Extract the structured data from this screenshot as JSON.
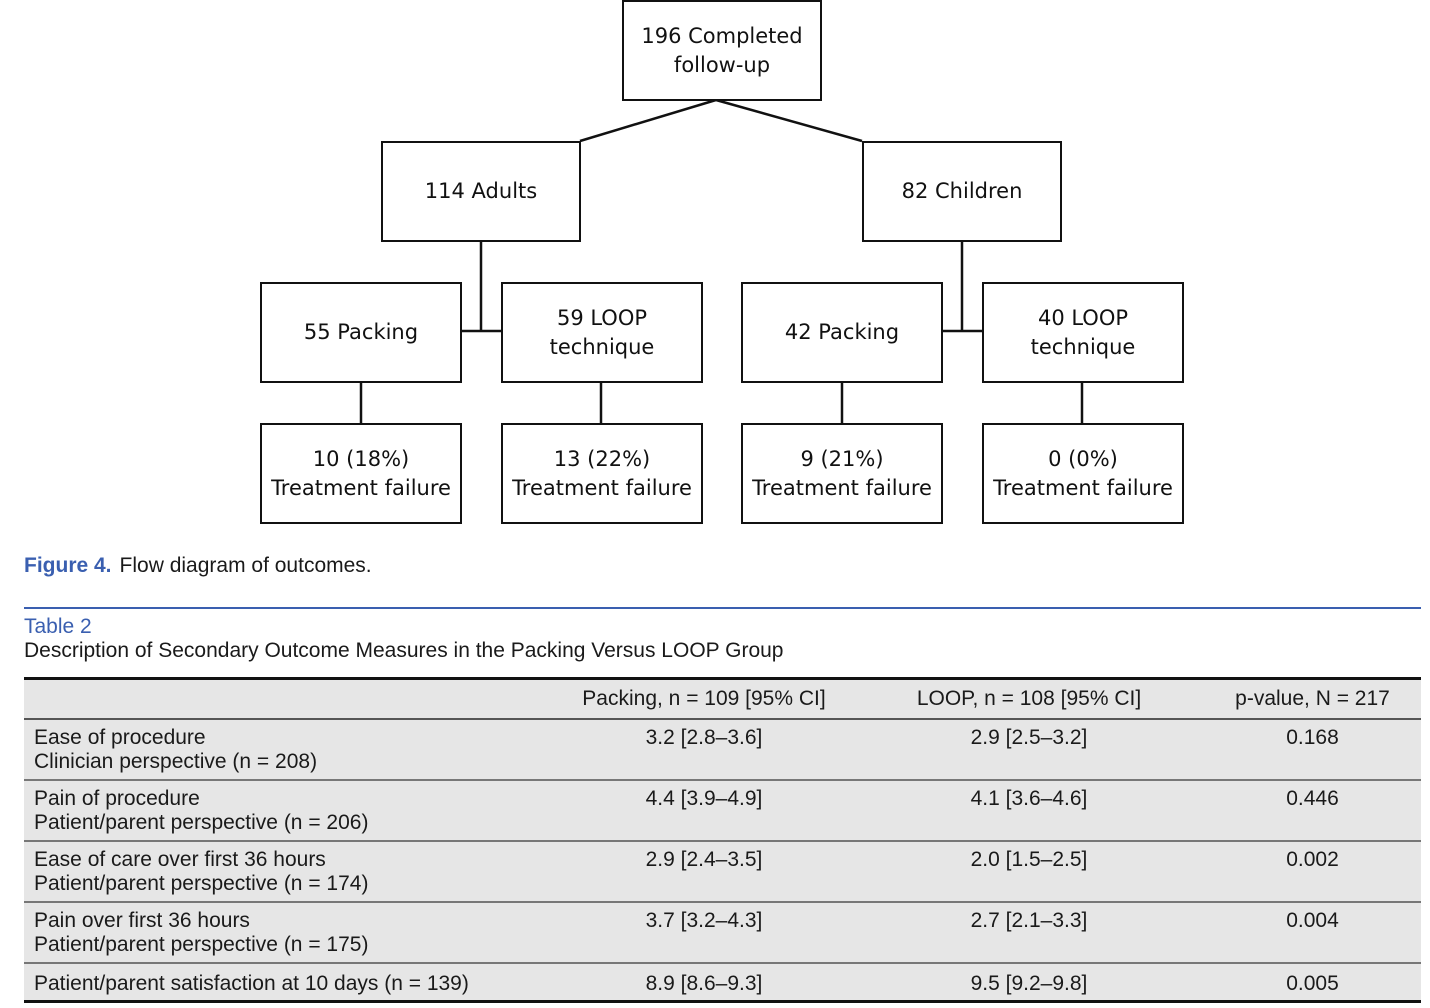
{
  "flow_diagram": {
    "root": {
      "line1": "196 Completed",
      "line2": "follow-up"
    },
    "groups": [
      {
        "label": "114 Adults"
      },
      {
        "label": "82 Children"
      }
    ],
    "arms": [
      {
        "line1": "55 Packing",
        "line2": ""
      },
      {
        "line1": "59 LOOP",
        "line2": "technique"
      },
      {
        "line1": "42 Packing",
        "line2": ""
      },
      {
        "line1": "40 LOOP",
        "line2": "technique"
      }
    ],
    "outcomes": [
      {
        "line1": "10 (18%)",
        "line2": "Treatment failure"
      },
      {
        "line1": "13 (22%)",
        "line2": "Treatment failure"
      },
      {
        "line1": "9 (21%)",
        "line2": "Treatment failure"
      },
      {
        "line1": "0 (0%)",
        "line2": "Treatment failure"
      }
    ]
  },
  "figure_caption": {
    "label": "Figure 4.",
    "text": "Flow diagram of outcomes."
  },
  "table": {
    "label": "Table 2",
    "title": "Description of Secondary Outcome Measures in the Packing Versus LOOP Group",
    "headers": [
      "",
      "Packing, n = 109 [95% CI]",
      "LOOP, n = 108 [95% CI]",
      "p-value, N = 217"
    ],
    "rows": [
      {
        "measure": "Ease of procedure",
        "sub": "Clinician perspective (n = 208)",
        "packing": "3.2 [2.8–3.6]",
        "loop": "2.9 [2.5–3.2]",
        "p": "0.168"
      },
      {
        "measure": "Pain of procedure",
        "sub": "Patient/parent perspective (n = 206)",
        "packing": "4.4 [3.9–4.9]",
        "loop": "4.1 [3.6–4.6]",
        "p": "0.446"
      },
      {
        "measure": "Ease of care over first 36 hours",
        "sub": "Patient/parent perspective (n = 174)",
        "packing": "2.9 [2.4–3.5]",
        "loop": "2.0 [1.5–2.5]",
        "p": "0.002"
      },
      {
        "measure": "Pain over first 36 hours",
        "sub": "Patient/parent perspective (n = 175)",
        "packing": "3.7 [3.2–4.3]",
        "loop": "2.7 [2.1–3.3]",
        "p": "0.004"
      },
      {
        "measure": "Patient/parent satisfaction at 10 days (n = 139)",
        "sub": "",
        "packing": "8.9 [8.6–9.3]",
        "loop": "9.5 [9.2–9.8]",
        "p": "0.005"
      }
    ]
  },
  "colors": {
    "accent": "#3a5fb0",
    "table_bg": "#e6e6e6"
  }
}
